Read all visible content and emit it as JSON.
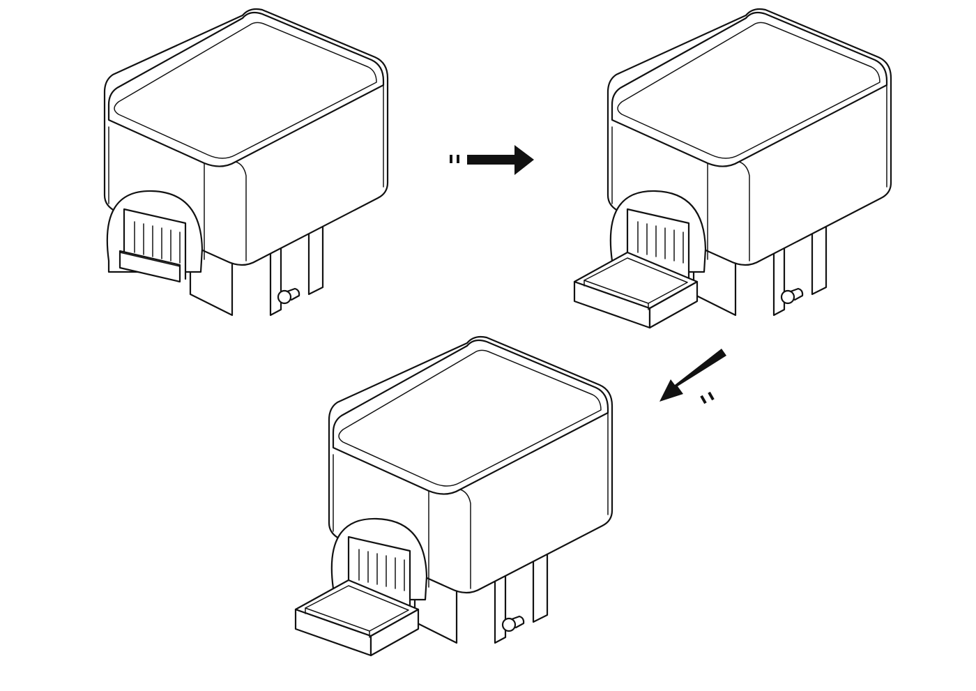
{
  "figure": {
    "steps": [
      {
        "name": "device-drawer-closed",
        "drawer": "closed"
      },
      {
        "name": "device-drawer-open",
        "drawer": "open"
      },
      {
        "name": "device-drawer-open-again",
        "drawer": "open"
      }
    ],
    "arrows": [
      {
        "name": "arrow-right-icon",
        "direction": "right"
      },
      {
        "name": "arrow-down-left-icon",
        "direction": "down-left"
      }
    ],
    "line_color": "#111111",
    "background": "#ffffff"
  }
}
